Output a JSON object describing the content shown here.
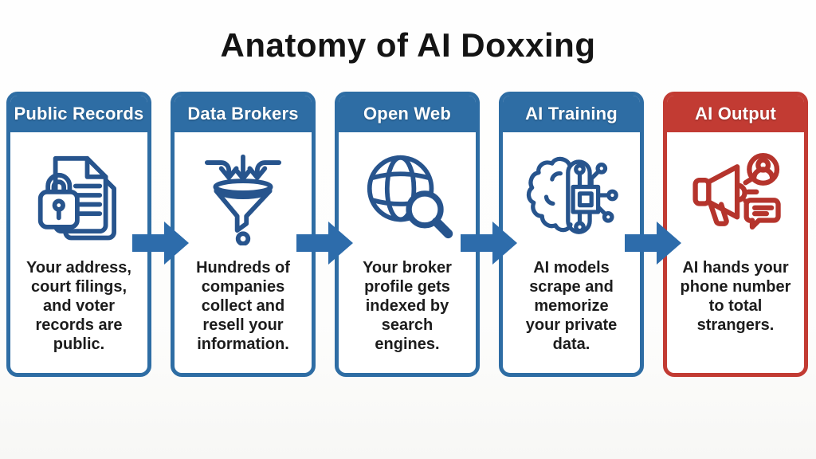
{
  "title": "Anatomy of AI Doxxing",
  "colors": {
    "blue": "#2e6da4",
    "icon_blue": "#27548d",
    "red": "#c23b33",
    "icon_red": "#b5342c",
    "arrow": "#2d6cab",
    "text": "#1c1c1c",
    "background": "#fdfdfc"
  },
  "flow": {
    "direction": "left-to-right",
    "arrow_count": 4
  },
  "steps": [
    {
      "label": "Public Records",
      "icon": "lock-documents-icon",
      "theme": "blue",
      "description": [
        "Your address,",
        "court filings,",
        "and voter",
        "records are",
        "public."
      ]
    },
    {
      "label": "Data Brokers",
      "icon": "funnel-collect-icon",
      "theme": "blue",
      "description": [
        "Hundreds of",
        "companies",
        "collect and",
        "resell your",
        "information."
      ]
    },
    {
      "label": "Open Web",
      "icon": "globe-search-icon",
      "theme": "blue",
      "description": [
        "Your broker",
        "profile gets",
        "indexed by",
        "search",
        "engines."
      ]
    },
    {
      "label": "AI Training",
      "icon": "brain-chip-icon",
      "theme": "blue",
      "description": [
        "AI models",
        "scrape and",
        "memorize",
        "your private",
        "data."
      ]
    },
    {
      "label": "AI Output",
      "icon": "megaphone-share-icon",
      "theme": "red",
      "description": [
        "AI hands your",
        "phone number",
        "to total",
        "strangers."
      ]
    }
  ]
}
